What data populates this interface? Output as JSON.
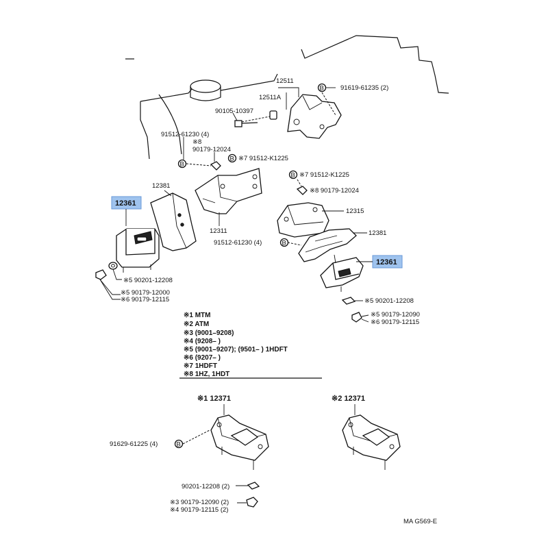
{
  "labels": {
    "p12511": "12511",
    "p12511a": "12511A",
    "p91619": "91619-61235 (2)",
    "p90105": "90105-10397",
    "p91512a": "91512-61230 (4)",
    "p90179_24_mark": "※8",
    "p90179_24": "90179-12024",
    "p91512k_left": "※7 91512-K1225",
    "p12381_left": "12381",
    "p12361_left": "12361",
    "p12311": "12311",
    "p91512b": "91512-61230 (4)",
    "p91512k_right": "※7 91512-K1225",
    "p90179_24_right": "※8 90179-12024",
    "p12315": "12315",
    "p12381_right": "12381",
    "p12361_right": "12361",
    "p90201_left": "※5 90201-12208",
    "p90179_12000": "※5 90179-12000",
    "p90179_12115_left": "※6 90179-12115",
    "p90201_right": "※5 90201-12208",
    "p90179_12090_right": "※5 90179-12090",
    "p90179_12115_right": "※6 90179-12115",
    "p12371_left": "※1 12371",
    "p12371_right": "※2 12371",
    "p91629": "91629-61225 (4)",
    "p90201_bottom": "90201-12208 (2)",
    "p90179_12090_bottom": "※3 90179-12090 (2)",
    "p90179_12115_bottom": "※4 90179-12115 (2)",
    "bolt_letter": "B",
    "drawing_code": "MA  G569-E"
  },
  "notes": [
    "※1 MTM",
    "※2 ATM",
    "※3 (9001–9208)",
    "※4 (9208–        )",
    "※5 (9001–9207); (9501–        ) 1HDFT",
    "※6 (9207–        )",
    "※7 1HDFT",
    "※8 1HZ, 1HDT"
  ],
  "colors": {
    "highlight": "#9fc3ee",
    "line": "#111111"
  }
}
